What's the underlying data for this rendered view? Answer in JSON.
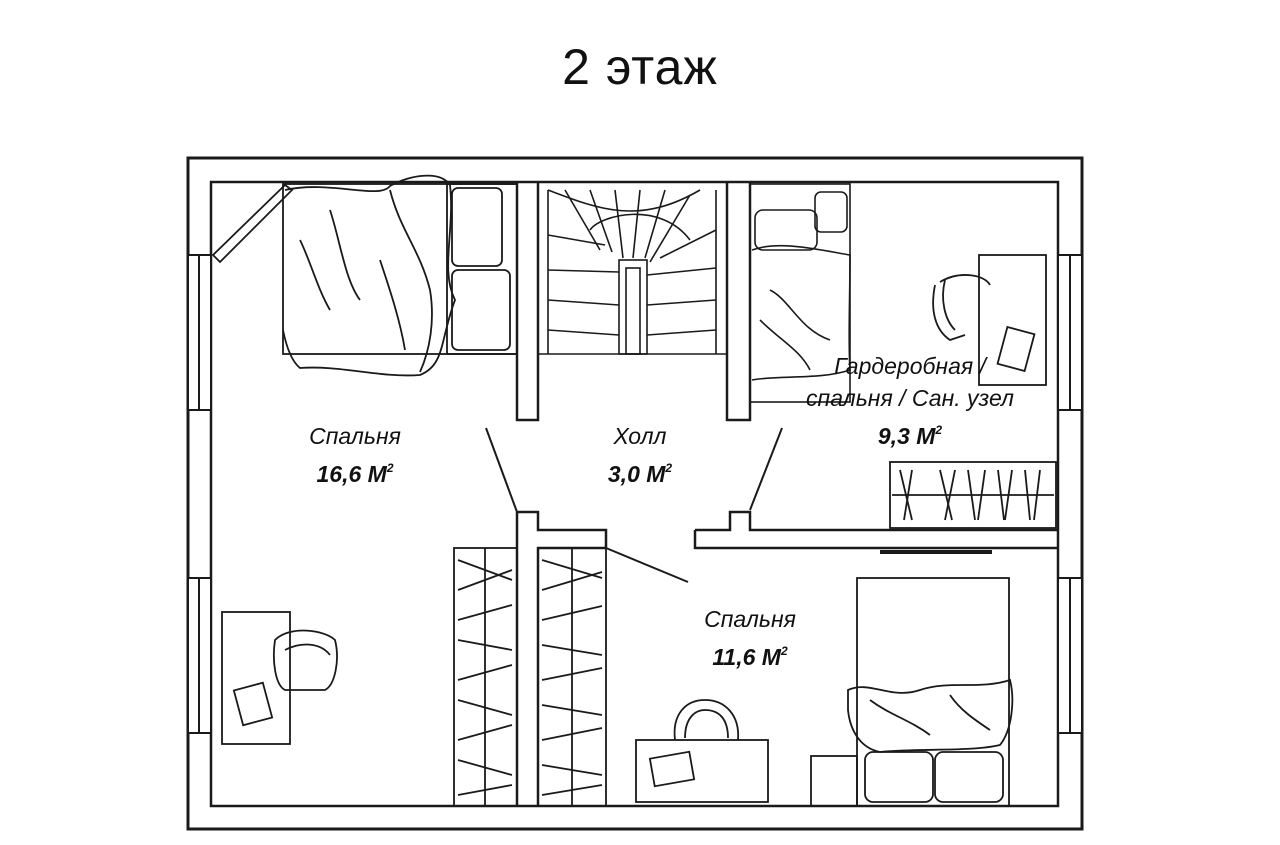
{
  "title": "2 этаж",
  "rooms": [
    {
      "id": "bedroom-1",
      "name": "Спальня",
      "area": "16,6 М",
      "sup": "2"
    },
    {
      "id": "hall",
      "name": "Холл",
      "area": "3,0 М",
      "sup": "2"
    },
    {
      "id": "dressing",
      "name_line1": "Гардеробная /",
      "name_line2": "спальня / Сан. узел",
      "area": "9,3 М",
      "sup": "2"
    },
    {
      "id": "bedroom-2",
      "name": "Спальня",
      "area": "11,6 М",
      "sup": "2"
    }
  ],
  "colors": {
    "line": "#1a1a1a",
    "background": "#ffffff"
  }
}
